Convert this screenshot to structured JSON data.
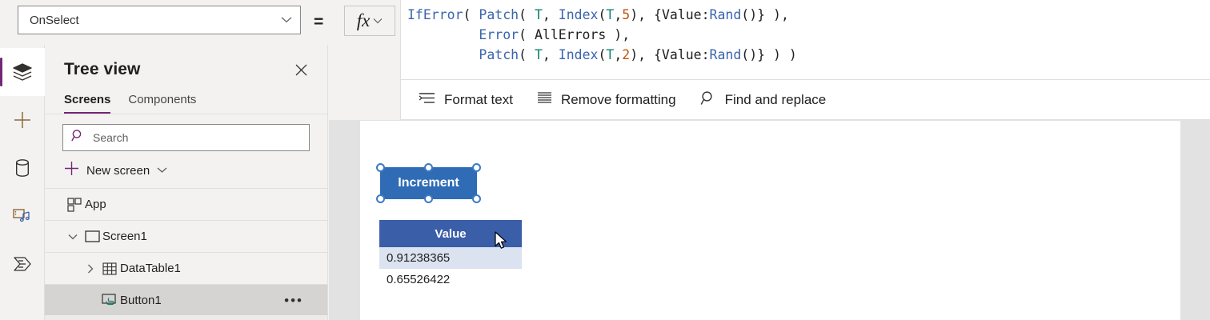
{
  "rail": {
    "items": [
      {
        "name": "hamburger-menu",
        "icon": "hamburger-icon",
        "active": false
      },
      {
        "name": "tree-view",
        "icon": "layers-icon",
        "active": true
      },
      {
        "name": "insert",
        "icon": "plus-icon",
        "active": false
      },
      {
        "name": "data",
        "icon": "database-icon",
        "active": false
      },
      {
        "name": "media",
        "icon": "media-icon",
        "active": false
      },
      {
        "name": "power-automate",
        "icon": "power-automate-icon",
        "active": false
      }
    ]
  },
  "tree_panel": {
    "title": "Tree view",
    "close_label": "✕",
    "tabs": [
      {
        "label": "Screens",
        "active": true
      },
      {
        "label": "Components",
        "active": false
      }
    ],
    "search": {
      "placeholder": "Search",
      "value": ""
    },
    "new_screen": {
      "label": "New screen"
    },
    "items": [
      {
        "label": "App",
        "icon": "app-icon",
        "indent": 0,
        "chevron": "",
        "selected": false,
        "more": false
      },
      {
        "label": "Screen1",
        "icon": "screen-icon",
        "indent": 0,
        "chevron": "down",
        "selected": false,
        "more": false
      },
      {
        "label": "DataTable1",
        "icon": "table-icon",
        "indent": 1,
        "chevron": "right",
        "selected": false,
        "more": false
      },
      {
        "label": "Button1",
        "icon": "button-icon",
        "indent": 1,
        "chevron": "",
        "selected": true,
        "more": true,
        "more_label": "•••"
      }
    ]
  },
  "property_bar": {
    "selected_property": "OnSelect",
    "equals_label": "=",
    "fx_label": "fx"
  },
  "formula": {
    "lines": [
      [
        {
          "t": "IfError",
          "c": "fn"
        },
        {
          "t": "( ",
          "c": "pln"
        },
        {
          "t": "Patch",
          "c": "fn"
        },
        {
          "t": "( ",
          "c": "pln"
        },
        {
          "t": "T",
          "c": "tbl"
        },
        {
          "t": ", ",
          "c": "pln"
        },
        {
          "t": "Index",
          "c": "fn"
        },
        {
          "t": "(",
          "c": "pln"
        },
        {
          "t": "T",
          "c": "tbl"
        },
        {
          "t": ",",
          "c": "pln"
        },
        {
          "t": "5",
          "c": "num"
        },
        {
          "t": "), {Value:",
          "c": "pln"
        },
        {
          "t": "Rand",
          "c": "fn"
        },
        {
          "t": "()} ),",
          "c": "pln"
        }
      ],
      [
        {
          "t": "         ",
          "c": "pln"
        },
        {
          "t": "Error",
          "c": "fn"
        },
        {
          "t": "( AllErrors ),",
          "c": "pln"
        }
      ],
      [
        {
          "t": "         ",
          "c": "pln"
        },
        {
          "t": "Patch",
          "c": "fn"
        },
        {
          "t": "( ",
          "c": "pln"
        },
        {
          "t": "T",
          "c": "tbl"
        },
        {
          "t": ", ",
          "c": "pln"
        },
        {
          "t": "Index",
          "c": "fn"
        },
        {
          "t": "(",
          "c": "pln"
        },
        {
          "t": "T",
          "c": "tbl"
        },
        {
          "t": ",",
          "c": "pln"
        },
        {
          "t": "2",
          "c": "num"
        },
        {
          "t": "), {Value:",
          "c": "pln"
        },
        {
          "t": "Rand",
          "c": "fn"
        },
        {
          "t": "()} ) )",
          "c": "pln"
        }
      ]
    ]
  },
  "formula_toolbar": {
    "items": [
      {
        "label": "Format text",
        "icon": "format-text-icon"
      },
      {
        "label": "Remove formatting",
        "icon": "remove-formatting-icon"
      },
      {
        "label": "Find and replace",
        "icon": "search-icon"
      }
    ]
  },
  "canvas": {
    "button": {
      "label": "Increment",
      "fill": "#2f6cb5",
      "selected": true
    },
    "data_table": {
      "columns": [
        "Value"
      ],
      "header_fill": "#3b5ea8",
      "rows": [
        {
          "value": "0.91238365",
          "selected": true
        },
        {
          "value": "0.65526422",
          "selected": false
        }
      ]
    }
  },
  "colors": {
    "accent_purple": "#742774",
    "button_blue": "#2f6cb5",
    "table_header_blue": "#3b5ea8",
    "selected_row_blue": "#dbe2f0",
    "panel_gray": "#f3f2f1"
  }
}
